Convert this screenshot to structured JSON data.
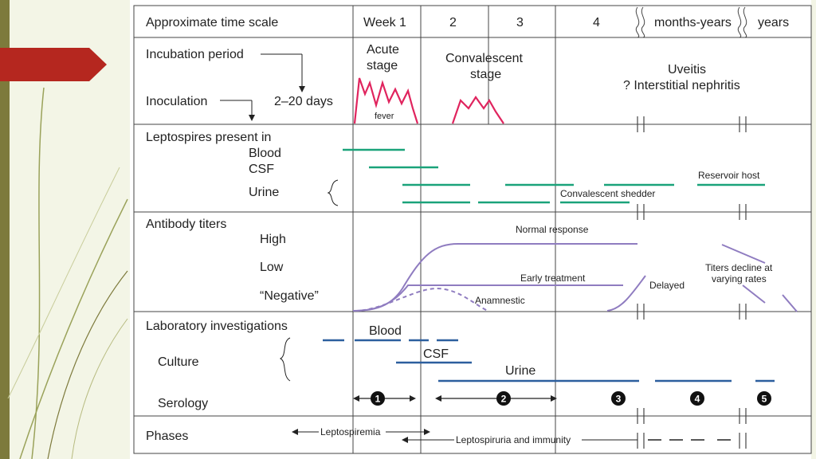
{
  "header": {
    "row_label": "Approximate time scale",
    "columns": [
      "Week 1",
      "2",
      "3",
      "4",
      "months-years",
      "years"
    ]
  },
  "incubation": {
    "period": "Incubation period",
    "days": "2–20 days",
    "inoculation": "Inoculation",
    "acute_stage": [
      "Acute",
      "stage"
    ],
    "fever": "fever",
    "convalescent_stage": [
      "Convalescent",
      "stage"
    ],
    "uveitis": "Uveitis",
    "nephritis": "? Interstitial nephritis"
  },
  "leptospires": {
    "title": "Leptospires present in",
    "blood": "Blood",
    "csf": "CSF",
    "urine": "Urine",
    "reservoir": "Reservoir host",
    "shedder": "Convalescent shedder"
  },
  "antibody": {
    "title": "Antibody titers",
    "high": "High",
    "low": "Low",
    "negative": "“Negative”",
    "normal": "Normal response",
    "early": "Early treatment",
    "anamnestic": "Anamnestic",
    "delayed": "Delayed",
    "decline": [
      "Titers decline at",
      "varying rates"
    ]
  },
  "lab": {
    "title": "Laboratory investigations",
    "culture": "Culture",
    "serology": "Serology",
    "blood": "Blood",
    "csf": "CSF",
    "urine": "Urine",
    "markers": [
      "1",
      "2",
      "3",
      "4",
      "5"
    ]
  },
  "phases": {
    "title": "Phases",
    "leptospiremia": "Leptospiremia",
    "leptospiruria": "Leptospiruria and immunity"
  },
  "colors": {
    "green": "#1aa37a",
    "blue": "#2c5f9e",
    "purple": "#8f7cc0",
    "red": "#e0245e",
    "accent": "#b5271f",
    "olive": "#7d7a3c"
  }
}
